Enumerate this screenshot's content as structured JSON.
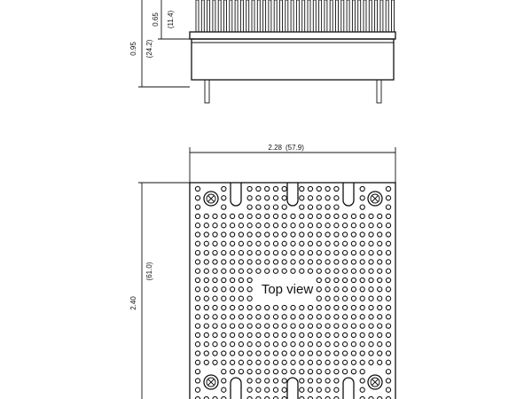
{
  "side_view": {
    "overall_height": "0.95",
    "overall_height_mm": "(24.2)",
    "fin_height": "0.65",
    "fin_height_mm": "(11.4)"
  },
  "top_view": {
    "width_label": "2.28",
    "width_mm": "(57.9)",
    "height_label": "2.40",
    "height_mm": "(61.0)",
    "caption": "Top view"
  }
}
